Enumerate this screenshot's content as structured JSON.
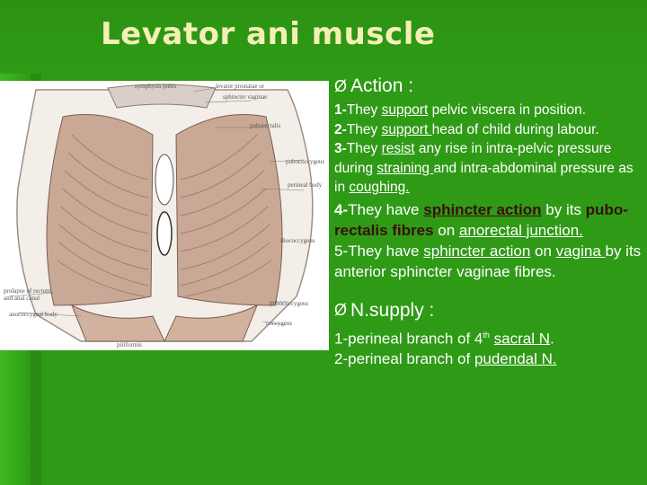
{
  "slide": {
    "title": "Levator ani muscle"
  },
  "figure": {
    "labels": {
      "symphysis": "symphysis pubis",
      "levator_pr": "levator prostatae or",
      "sphincter_vag": "sphincter vaginae",
      "puborectalis": "puborectalis",
      "pubococcygeus_top": "pubococcygeus",
      "perineal": "perineal body",
      "iliococcygeus": "iliococcygeus",
      "prolapse1": "prolapse of rectum",
      "prolapse2": "and anal canal",
      "anococcygeal": "anococcygeal body",
      "pubococcygeus_low": "pubococcygeus",
      "coccygeus": "coccygeus",
      "piriformis": "piriformis"
    }
  },
  "action": {
    "arrow": "Ø",
    "heading": "Action :",
    "p1_num": "1-",
    "p1_a": "They ",
    "p1_u": "support",
    "p1_b": " pelvic viscera in position.",
    "p2_num": "2-",
    "p2_a": "They ",
    "p2_u": "support ",
    "p2_b": "head of child during labour.",
    "p3_num": "3-",
    "p3_a": "They ",
    "p3_u1": "resist",
    "p3_b": " any rise in intra-pelvic pressure during ",
    "p3_u2": "straining ",
    "p3_c": "and intra-abdominal pressure as in ",
    "p3_u3": "coughing.",
    "p4_num": "4-",
    "p4_a": "They have ",
    "p4_u": "sphincter action",
    "p4_b": " by its ",
    "p4_dark": "pubo-rectalis fibres",
    "p4_c": " on ",
    "p4_u2": "anorectal junction.",
    "p5_a": "5-They have ",
    "p5_u": "sphincter action",
    "p5_b": "  on ",
    "p5_u2": "vagina ",
    "p5_c": "by its anterior sphincter vaginae fibres."
  },
  "supply": {
    "arrow": "Ø",
    "heading": "N.supply :",
    "l1_a": "1-perineal branch of 4",
    "l1_sup": "th",
    "l1_b": " ",
    "l1_u": "sacral N",
    "l1_c": ".",
    "l2_a": "2-perineal branch of ",
    "l2_u": "pudendal N."
  }
}
